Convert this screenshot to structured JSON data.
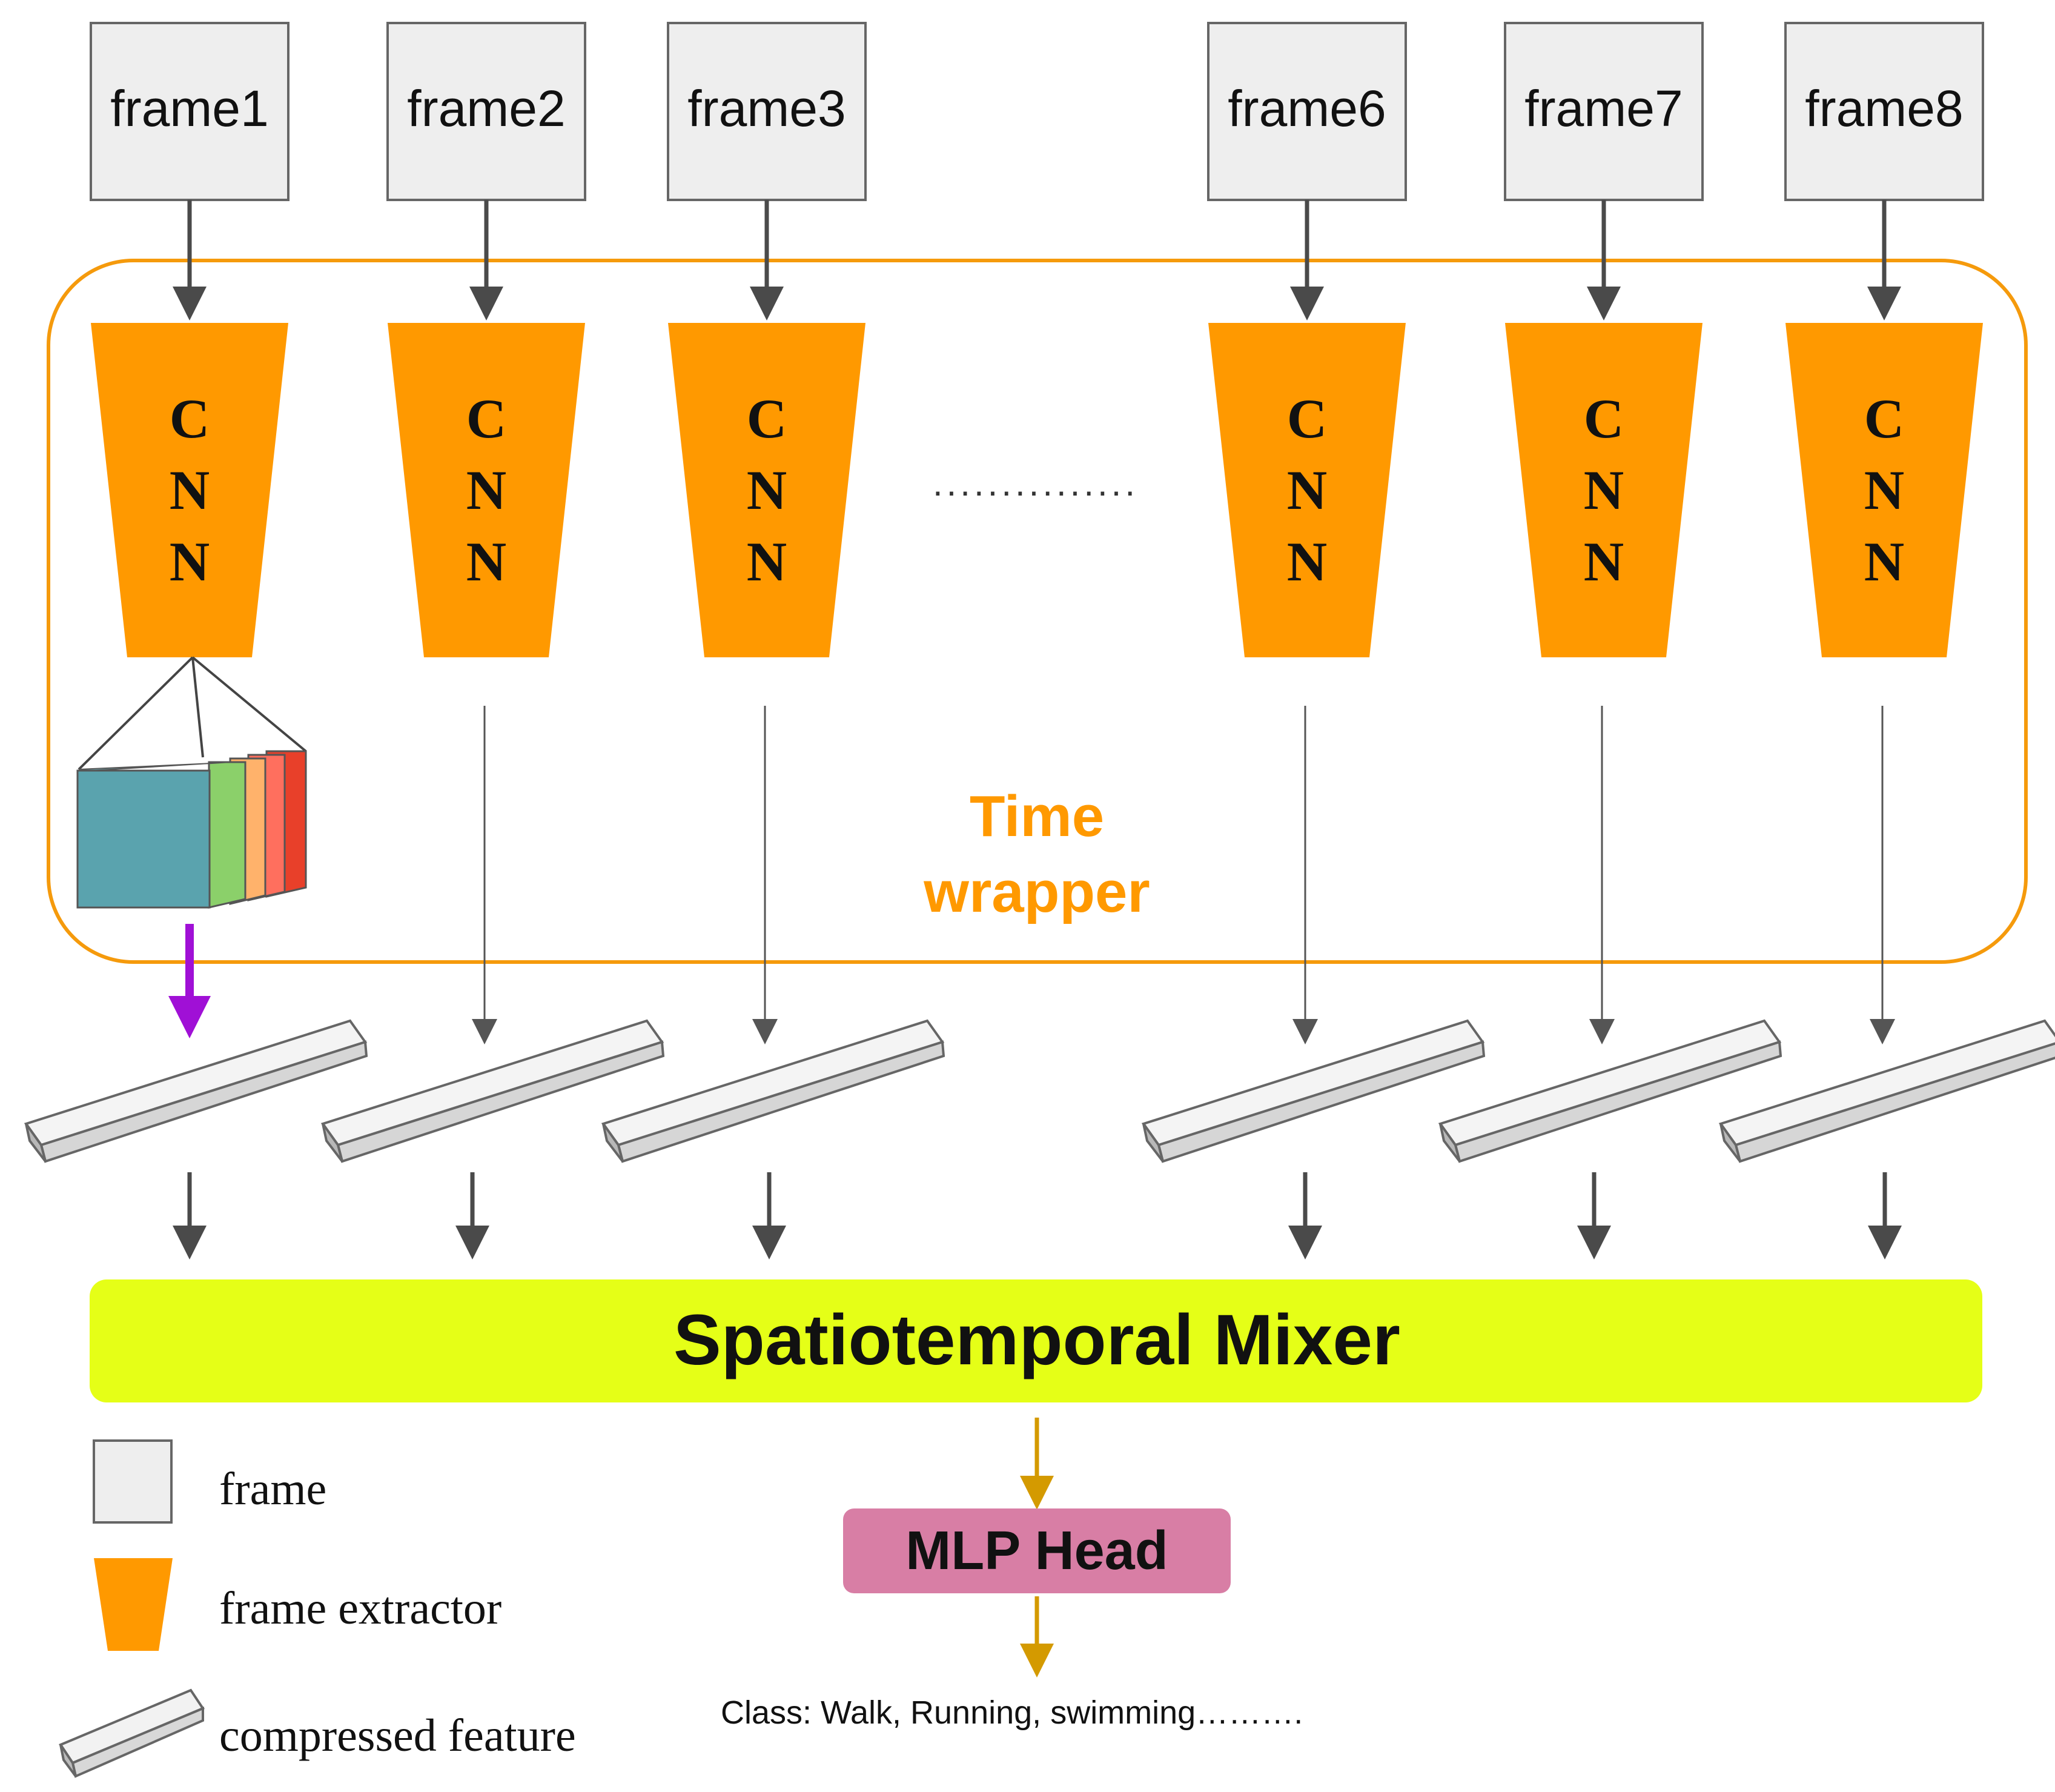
{
  "frames": [
    {
      "label": "frame1"
    },
    {
      "label": "frame2"
    },
    {
      "label": "frame3"
    },
    {
      "label": "frame6"
    },
    {
      "label": "frame7"
    },
    {
      "label": "frame8"
    }
  ],
  "cnn_letters": [
    "C",
    "N",
    "N"
  ],
  "ellipsis": "...............",
  "time_wrapper": {
    "line1": "Time",
    "line2": "wrapper"
  },
  "mixer_label": "Spatiotemporal Mixer",
  "mlp_label": "MLP Head",
  "class_label": "Class: Walk, Running, swimming……….",
  "legend": {
    "frame": "frame",
    "extractor": "frame extractor",
    "feature": "compressed feature"
  },
  "colors": {
    "frame_fill": "#eeeeee",
    "frame_stroke": "#666666",
    "cnn_orange": "#ff9900",
    "wrapper_orange": "#f59a0c",
    "mixer_yellow": "#e5ff17",
    "mlp_pink": "#d87ea5",
    "arrow_gray": "#4a4a4a",
    "arrow_gold": "#d49a00",
    "arrow_purple": "#a010d6",
    "map_teal": "#5aa3ae",
    "map_green": "#8bd06a",
    "map_light_orange": "#ffb26b",
    "map_salmon": "#ff6f5e",
    "map_red": "#e8402a"
  }
}
